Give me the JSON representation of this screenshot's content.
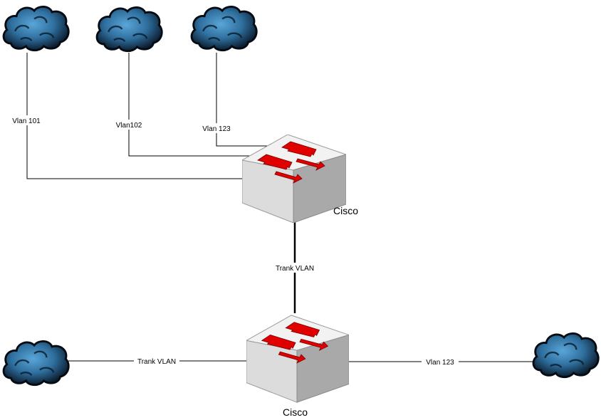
{
  "links": {
    "vlan_101": "Vlan 101",
    "vlan_102": "Vlan102",
    "vlan_123_top": "Vlan 123",
    "trunk_vertical": "Trank VLAN",
    "trunk_left": "Trank VLAN",
    "vlan_123_right": "Vlan 123"
  },
  "devices": {
    "top_switch": "Cisco",
    "bottom_switch": "Cisco"
  },
  "colors": {
    "cloud_dark": "#0c1e30",
    "cloud_light": "#4b94c7",
    "switch_top": "#f2f2f2",
    "switch_front": "#dcdcdc",
    "switch_side": "#a9a9a9",
    "arrow_red": "#e10000",
    "line": "#000000"
  }
}
